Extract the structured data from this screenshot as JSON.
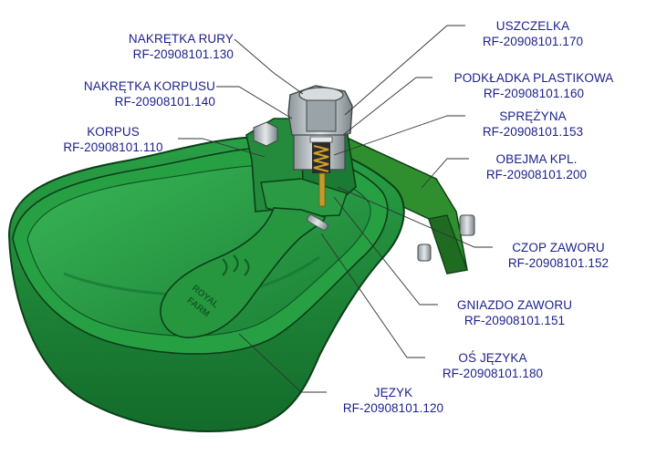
{
  "brand_embossed": [
    "ROYAL",
    "FARM"
  ],
  "colors": {
    "label": "#1b1f8a",
    "bowl": "#1f8a3a",
    "bowl_dark": "#0f5e24",
    "bracket": "#2f8f2f",
    "metal": "#b9c0c4"
  },
  "parts": [
    {
      "id": "nakretka_rury",
      "name": "NAKRĘTKA RURY",
      "code": "RF-20908101.130"
    },
    {
      "id": "nakretka_korpusu",
      "name": "NAKRĘTKA KORPUSU",
      "code": "RF-20908101.140"
    },
    {
      "id": "korpus",
      "name": "KORPUS",
      "code": "RF-20908101.110"
    },
    {
      "id": "uszczelka",
      "name": "USZCZELKA",
      "code": "RF-20908101.170"
    },
    {
      "id": "podkladka",
      "name": "PODKŁADKA PLASTIKOWA",
      "code": "RF-20908101.160"
    },
    {
      "id": "sprezyna",
      "name": "SPRĘŻYNA",
      "code": "RF-20908101.153"
    },
    {
      "id": "obejma",
      "name": "OBEJMA KPL.",
      "code": "RF-20908101.200"
    },
    {
      "id": "czop",
      "name": "CZOP ZAWORU",
      "code": "RF-20908101.152"
    },
    {
      "id": "gniazdo",
      "name": "GNIAZDO ZAWORU",
      "code": "RF-20908101.151"
    },
    {
      "id": "os_jezyka",
      "name": "OŚ JĘZYKA",
      "code": "RF-20908101.180"
    },
    {
      "id": "jezyk",
      "name": "JĘZYK",
      "code": "RF-20908101.120"
    }
  ]
}
